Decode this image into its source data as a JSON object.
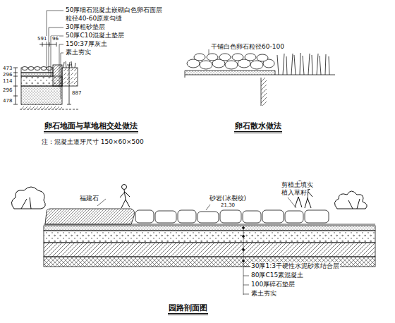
{
  "diagram": {
    "labels": [
      "50厚细石混凝土嵌砌白色卵石面层",
      "粒径40-60原浆勾缝",
      "30厚粗砂垫层",
      "50厚C10混凝土垫层",
      "150:37厚灰土",
      "素土夯实",
      "591",
      "96",
      "473",
      "296",
      "114",
      "296",
      "478",
      "887",
      "卵石地面与草地相交处做法",
      "注：混凝土道牙尺寸 150×60×500",
      "干铺白色卵石粒径60-100",
      "卵石散水做法",
      "福建石",
      "砂岩(冰裂纹)",
      "21,30",
      "剪植土填实",
      "植入草籽",
      "30厚1:3干硬性水泥砂浆结合层",
      "80厚C15素混凝土",
      "100厚碎石垫层",
      "素土夯实",
      "园路剖面图"
    ]
  }
}
